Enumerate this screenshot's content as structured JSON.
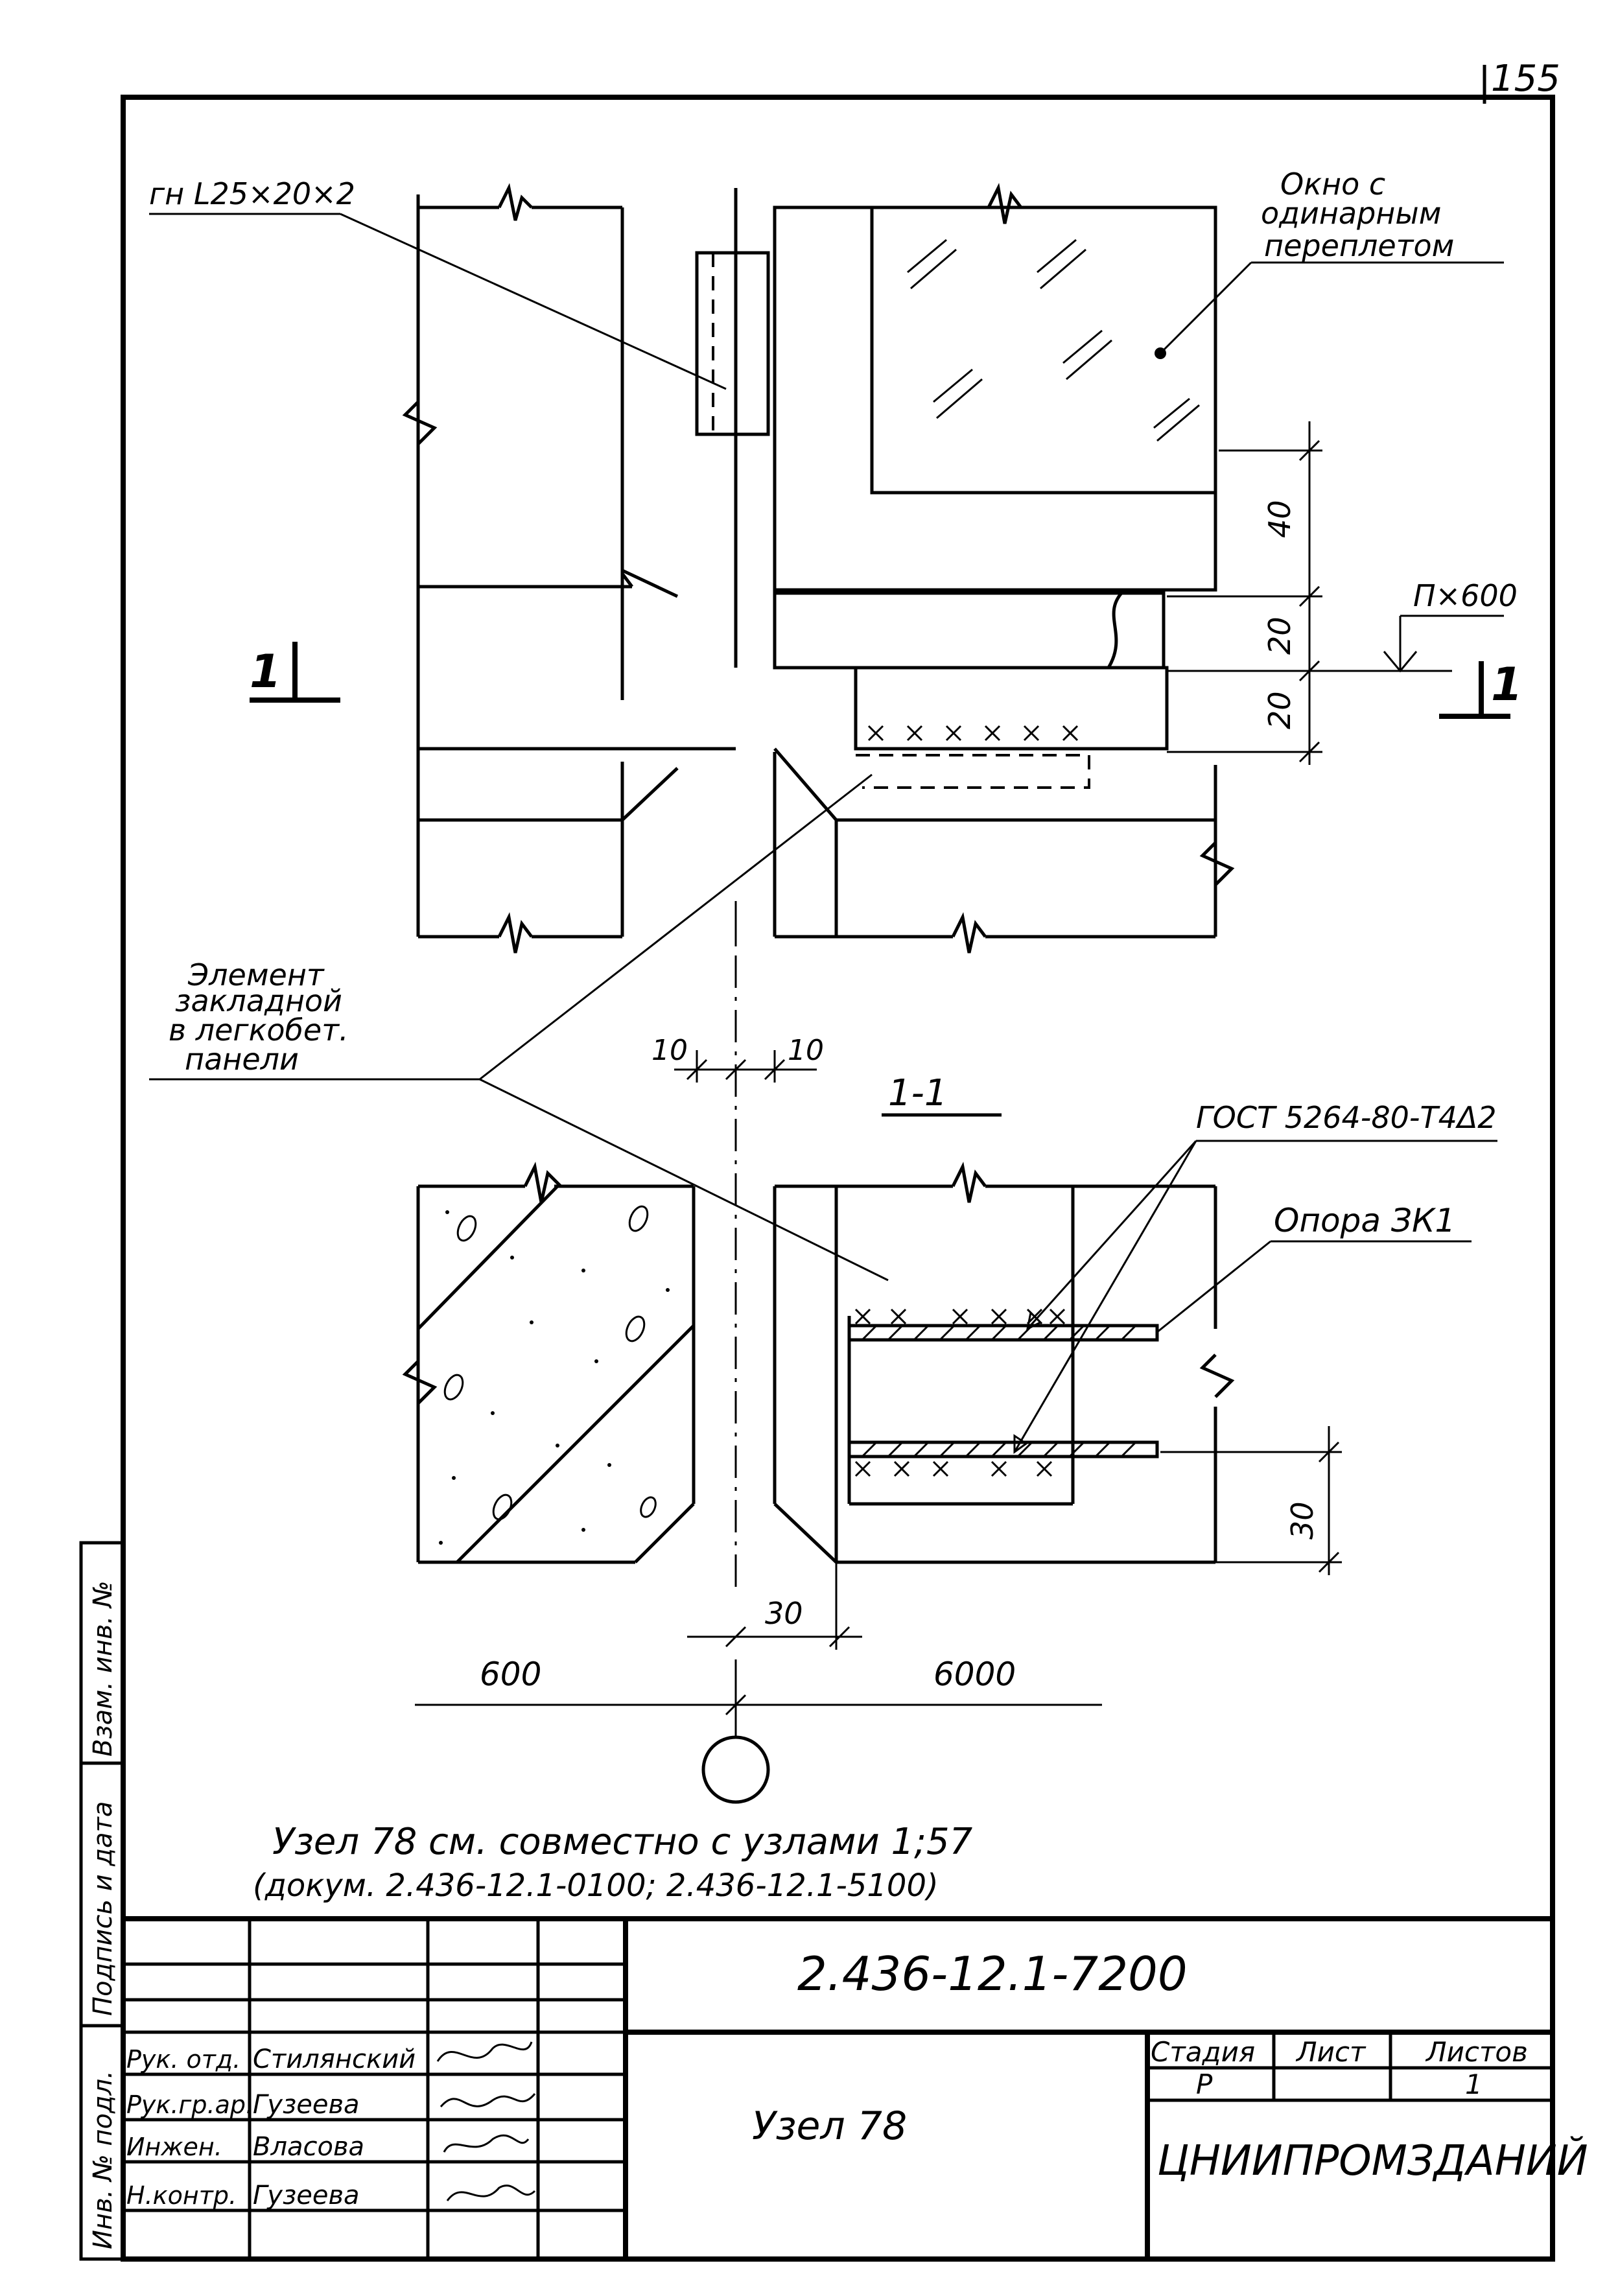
{
  "sheet_number": "155",
  "labels": {
    "angle_profile": "гн L25×20×2",
    "window_line1": "Окно с",
    "window_line2": "одинарным",
    "window_line3": "переплетом",
    "spacing": "П×600",
    "section_mark_left": "1",
    "section_mark_right": "1",
    "section_title": "1-1",
    "embedded_line1": "Элемент",
    "embedded_line2": "закладной",
    "embedded_line3": "в легкобет.",
    "embedded_line4": "панели",
    "weld_spec": "ГОСТ 5264-80-Т4Δ2",
    "support": "Опора ЗК1",
    "axis_left": "600",
    "axis_right": "6000"
  },
  "dimensions": {
    "d40": "40",
    "d20a": "20",
    "d20b": "20",
    "d10a": "10",
    "d10b": "10",
    "d30_right": "30",
    "d30_bottom": "30"
  },
  "notes": {
    "line1": "Узел 78 см. совместно с узлами 1;57",
    "line2": "(докум. 2.436-12.1-0100; 2.436-12.1-5100)"
  },
  "title_block": {
    "document_code": "2.436-12.1-7200",
    "title": "Узел 78",
    "stage_header": "Стадия",
    "sheet_header": "Лист",
    "sheets_header": "Листов",
    "stage_value": "Р",
    "sheets_value": "1",
    "organization": "ЦНИИПРОМЗДАНИЙ",
    "roles": [
      {
        "role": "Рук. отд.",
        "name": "Стилянский"
      },
      {
        "role": "Рук.гр.ар.",
        "name": "Гузеева"
      },
      {
        "role": "Инжен.",
        "name": "Власова"
      },
      {
        "role": "Н.контр.",
        "name": "Гузеева"
      }
    ]
  },
  "side_stamp": {
    "field1": "Взам. инв. №",
    "field2": "Подпись и дата",
    "field3": "Инв. № подл."
  }
}
